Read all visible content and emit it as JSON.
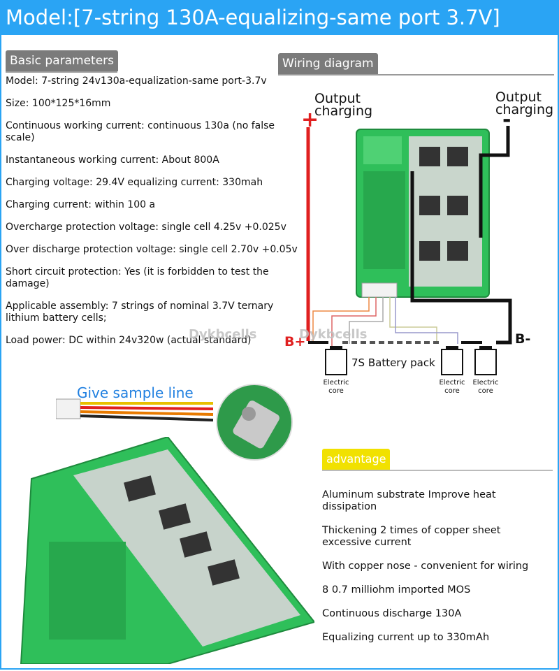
{
  "title": "Model:[7-string 130A-equalizing-same port 3.7V]",
  "basic": {
    "heading": "Basic parameters",
    "items": [
      "Model: 7-string 24v130a-equalization-same port-3.7v",
      "Size: 100*125*16mm",
      "Continuous working current: continuous 130a (no false scale)",
      "Instantaneous working current: About 800A",
      "Charging voltage: 29.4V equalizing current: 330mah",
      "Charging current: within 100 a",
      "Overcharge protection voltage: single cell 4.25v +0.025v",
      "Over discharge protection voltage: single cell 2.70v +0.05v",
      "Short circuit protection: Yes (it is forbidden to test the damage)",
      "Applicable assembly: 7 strings of nominal 3.7V ternary lithium battery cells;",
      "Load power: DC within 24v320w (actual standard)"
    ]
  },
  "wiring": {
    "heading": "Wiring diagram",
    "output_left_1": "Output",
    "output_left_2": "charging",
    "output_right_1": "Output",
    "output_right_2": "charging",
    "plus": "+",
    "minus": "-",
    "b_plus": "B+",
    "b_minus": "B-",
    "pack_label": "7S Battery pack",
    "cell_label_1": "Electric",
    "cell_label_2": "core",
    "watermark": "Dykbcells"
  },
  "sample": "Give sample line",
  "advantage": {
    "heading": "advantage",
    "items": [
      "Aluminum substrate Improve heat dissipation",
      "Thickening 2 times of copper sheet excessive current",
      "With copper nose - convenient for wiring",
      "8 0.7 milliohm imported MOS",
      "Continuous discharge 130A",
      "Equalizing current up to 330mAh"
    ]
  },
  "colors": {
    "accent": "#2aa4f4",
    "pcb": "#2fbf5a",
    "tag": "#7b7b7b",
    "adv_tag": "#f1e100",
    "wire_red": "#e02020",
    "link": "#1f7fe0"
  }
}
